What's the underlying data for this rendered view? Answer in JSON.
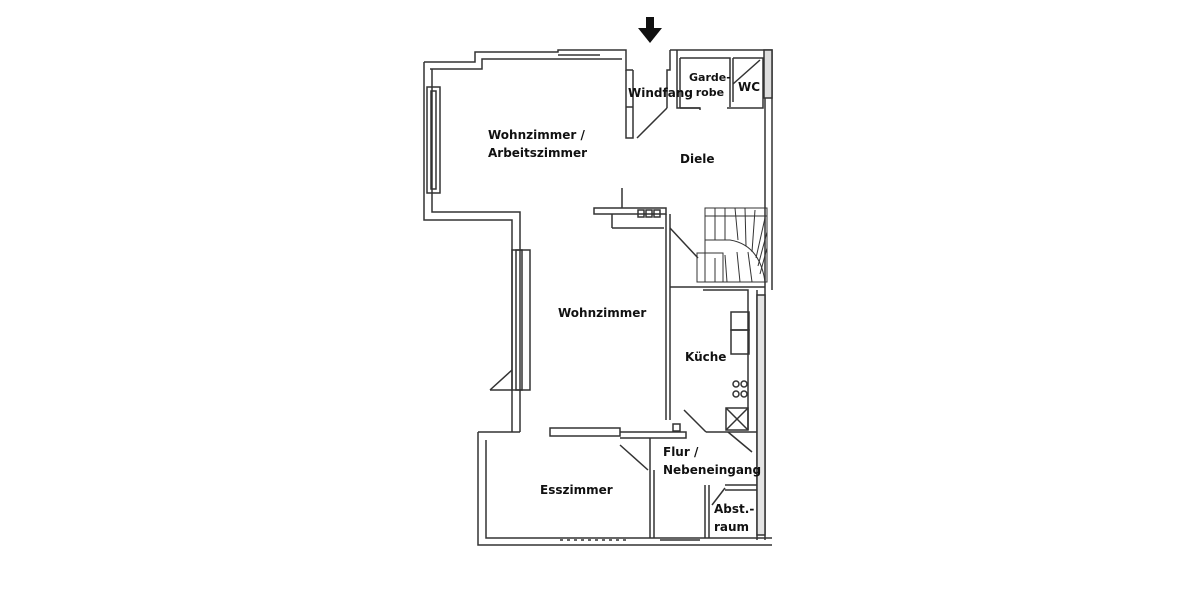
{
  "plan": {
    "entrance_marker": "arrow-down",
    "rooms": [
      {
        "id": "windfang",
        "label": "Windfang"
      },
      {
        "id": "garderobe",
        "label_line1": "Garde-",
        "label_line2": "robe"
      },
      {
        "id": "wc",
        "label": "WC"
      },
      {
        "id": "wohn_arbeit",
        "label_line1": "Wohnzimmer /",
        "label_line2": "Arbeitszimmer"
      },
      {
        "id": "diele",
        "label": "Diele"
      },
      {
        "id": "wohnzimmer",
        "label": "Wohnzimmer"
      },
      {
        "id": "kueche",
        "label": "Küche"
      },
      {
        "id": "flur",
        "label_line1": "Flur /",
        "label_line2": "Nebeneingang"
      },
      {
        "id": "esszimmer",
        "label": "Esszimmer"
      },
      {
        "id": "abstellraum",
        "label_line1": "Abst.-",
        "label_line2": "raum"
      }
    ]
  }
}
